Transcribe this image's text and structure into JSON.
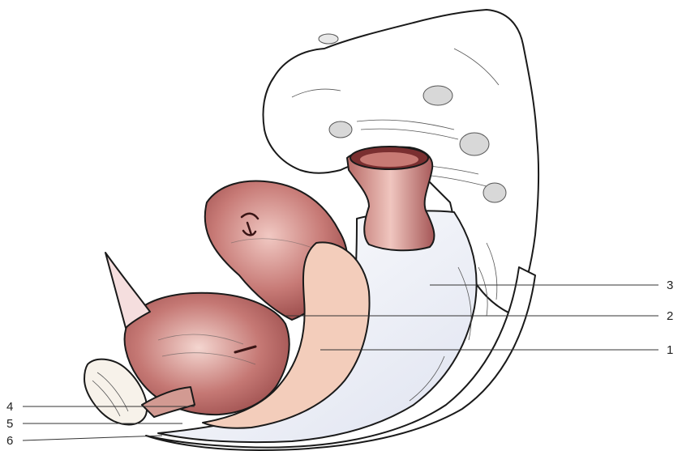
{
  "labels": {
    "right": [
      "3",
      "2",
      "1"
    ],
    "left": [
      "4",
      "5",
      "6"
    ]
  },
  "colors": {
    "muscle_dark": "#a85a5a",
    "muscle_light": "#e8b9b3",
    "fascia": "#f3d4c4",
    "bone": "#ffffff",
    "peritoneum": "#eef0f8"
  }
}
